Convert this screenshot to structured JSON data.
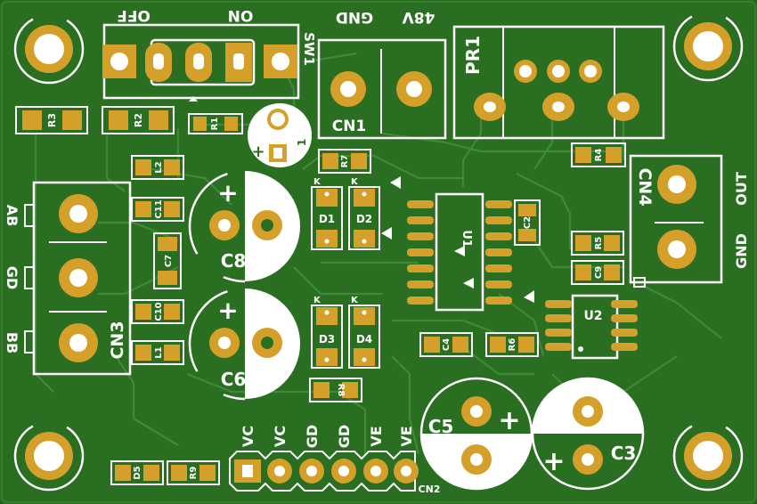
{
  "colors": {
    "board": "#2a6e22",
    "trace": "#3f8a36",
    "silk": "#ffffff",
    "pad": "#d4a02a",
    "hole": "#ffffff"
  },
  "switch": {
    "ref": "SW1",
    "off_label": "OFF",
    "on_label": "ON"
  },
  "connectors": {
    "cn1": {
      "ref": "CN1",
      "pin_labels": [
        "48V",
        "GND"
      ]
    },
    "cn2": {
      "ref": "CN2",
      "pin_labels": [
        "VC",
        "VC",
        "GD",
        "GD",
        "VE",
        "VE"
      ]
    },
    "cn3": {
      "ref": "CN3",
      "pin_labels": [
        "AB",
        "GD",
        "BB"
      ]
    },
    "cn4": {
      "ref": "CN4",
      "pin_labels": [
        "OUT",
        "GND"
      ]
    }
  },
  "pot": {
    "ref": "PR1"
  },
  "ic": {
    "u1": "U1",
    "u2": "U2"
  },
  "resistors": {
    "r1": "R1",
    "r2": "R2",
    "r3": "R3",
    "r4": "R4",
    "r5": "R5",
    "r6": "R6",
    "r7": "R7",
    "r8": "R8",
    "r9": "R9"
  },
  "capacitors": {
    "c1": "1",
    "c2": "C2",
    "c3": "C3",
    "c4": "C4",
    "c5": "C5",
    "c6": "C6",
    "c7": "C7",
    "c8": "C8",
    "c9": "C9",
    "c10": "C10",
    "c11": "C11"
  },
  "inductors": {
    "l1": "L1",
    "l2": "L2"
  },
  "diodes": {
    "d1": "D1",
    "d2": "D2",
    "d3": "D3",
    "d4": "D4",
    "d5": "D5",
    "cathode_mark": "K"
  },
  "polarity": {
    "plus": "+"
  }
}
